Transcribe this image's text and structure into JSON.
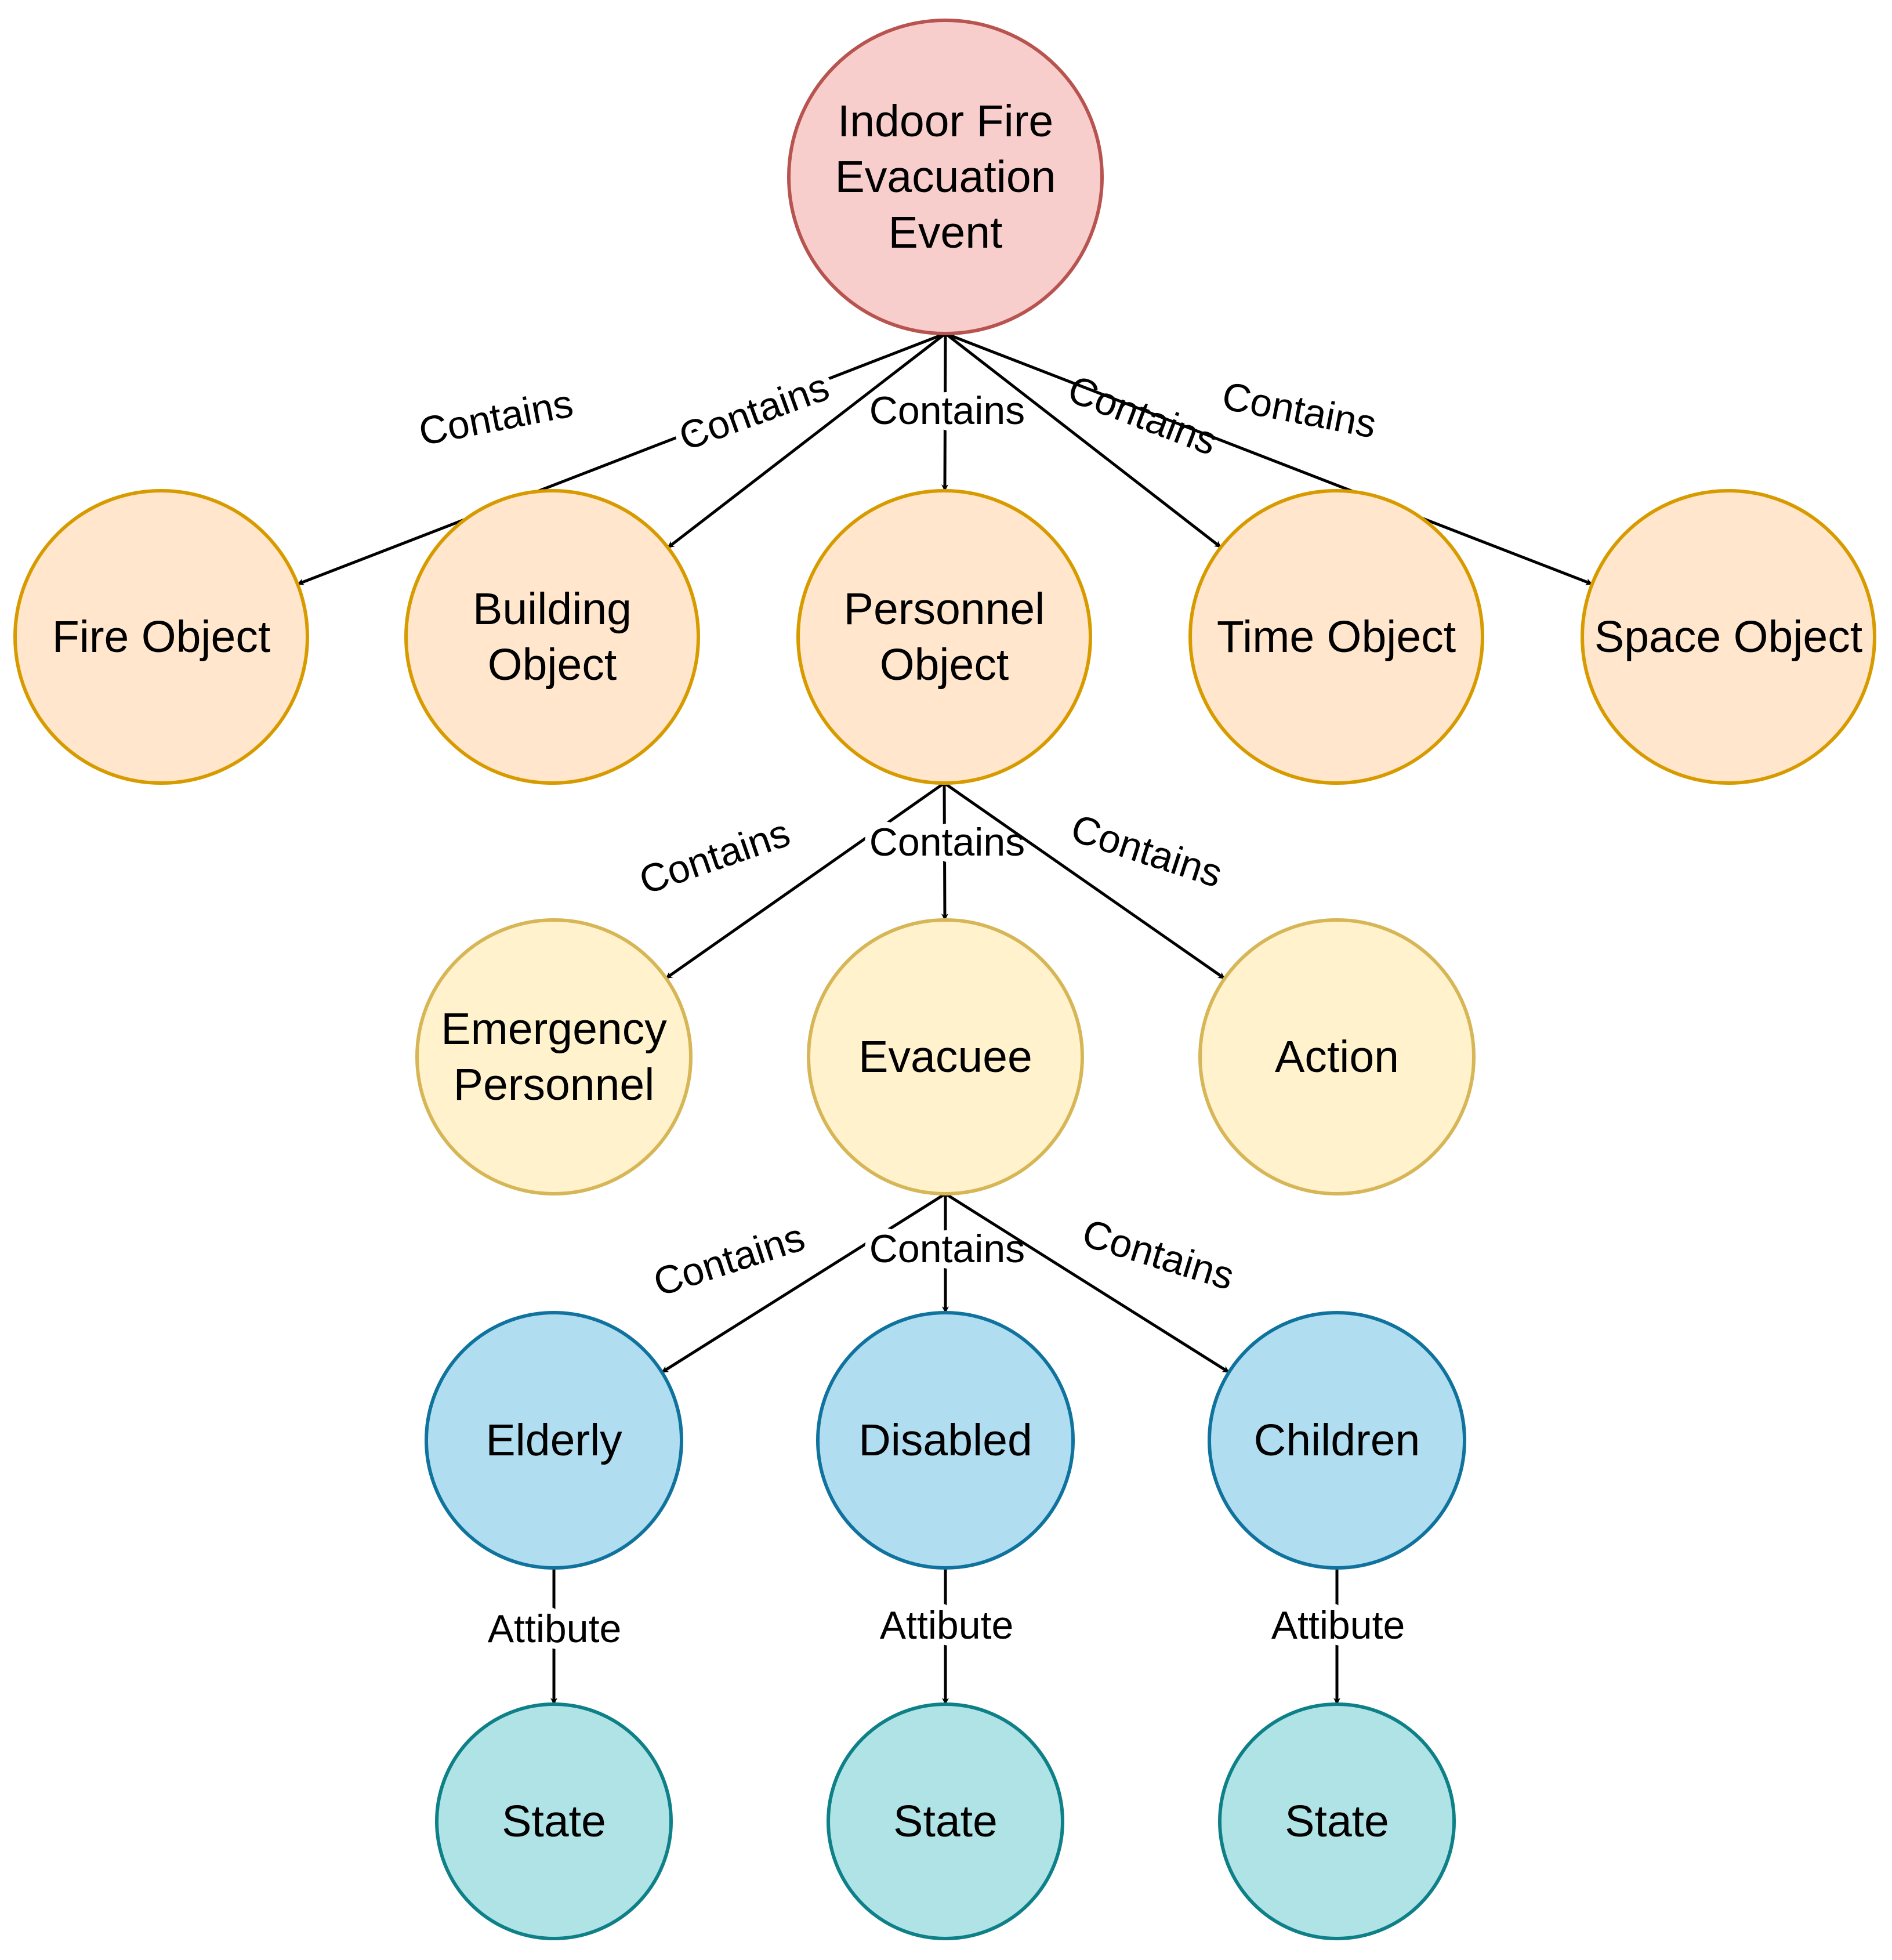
{
  "nodes": [
    {
      "id": "event",
      "lines": [
        "Indoor Fire",
        "Evacuation",
        "Event"
      ],
      "fill": "#f8cecc",
      "stroke": "#b85450"
    },
    {
      "id": "fire",
      "lines": [
        "Fire Object"
      ],
      "fill": "#ffe6cc",
      "stroke": "#d79b00"
    },
    {
      "id": "building",
      "lines": [
        "Building",
        "Object"
      ],
      "fill": "#ffe6cc",
      "stroke": "#d79b00"
    },
    {
      "id": "personnel",
      "lines": [
        "Personnel",
        "Object"
      ],
      "fill": "#ffe6cc",
      "stroke": "#d79b00"
    },
    {
      "id": "time",
      "lines": [
        "Time Object"
      ],
      "fill": "#ffe6cc",
      "stroke": "#d79b00"
    },
    {
      "id": "space",
      "lines": [
        "Space Object"
      ],
      "fill": "#ffe6cc",
      "stroke": "#d79b00"
    },
    {
      "id": "emergency",
      "lines": [
        "Emergency",
        "Personnel"
      ],
      "fill": "#fff2cc",
      "stroke": "#d6b656"
    },
    {
      "id": "evacuee",
      "lines": [
        "Evacuee"
      ],
      "fill": "#fff2cc",
      "stroke": "#d6b656"
    },
    {
      "id": "action",
      "lines": [
        "Action"
      ],
      "fill": "#fff2cc",
      "stroke": "#d6b656"
    },
    {
      "id": "elderly",
      "lines": [
        "Elderly"
      ],
      "fill": "#b1ddf0",
      "stroke": "#10739e"
    },
    {
      "id": "disabled",
      "lines": [
        "Disabled"
      ],
      "fill": "#b1ddf0",
      "stroke": "#10739e"
    },
    {
      "id": "children",
      "lines": [
        "Children"
      ],
      "fill": "#b1ddf0",
      "stroke": "#10739e"
    },
    {
      "id": "state1",
      "lines": [
        "State"
      ],
      "fill": "#b0e3e6",
      "stroke": "#0e8088"
    },
    {
      "id": "state2",
      "lines": [
        "State"
      ],
      "fill": "#b0e3e6",
      "stroke": "#0e8088"
    },
    {
      "id": "state3",
      "lines": [
        "State"
      ],
      "fill": "#b0e3e6",
      "stroke": "#0e8088"
    }
  ],
  "edges": [
    {
      "from": "event",
      "to": "fire",
      "label": "Contains"
    },
    {
      "from": "event",
      "to": "building",
      "label": "Contains"
    },
    {
      "from": "event",
      "to": "personnel",
      "label": "Contains"
    },
    {
      "from": "event",
      "to": "time",
      "label": "Contains"
    },
    {
      "from": "event",
      "to": "space",
      "label": "Contains"
    },
    {
      "from": "personnel",
      "to": "emergency",
      "label": "Contains"
    },
    {
      "from": "personnel",
      "to": "evacuee",
      "label": "Contains"
    },
    {
      "from": "personnel",
      "to": "action",
      "label": "Contains"
    },
    {
      "from": "evacuee",
      "to": "elderly",
      "label": "Contains"
    },
    {
      "from": "evacuee",
      "to": "disabled",
      "label": "Contains"
    },
    {
      "from": "evacuee",
      "to": "children",
      "label": "Contains"
    },
    {
      "from": "elderly",
      "to": "state1",
      "label": "Attibute"
    },
    {
      "from": "disabled",
      "to": "state2",
      "label": "Attibute"
    },
    {
      "from": "children",
      "to": "state3",
      "label": "Attibute"
    }
  ]
}
